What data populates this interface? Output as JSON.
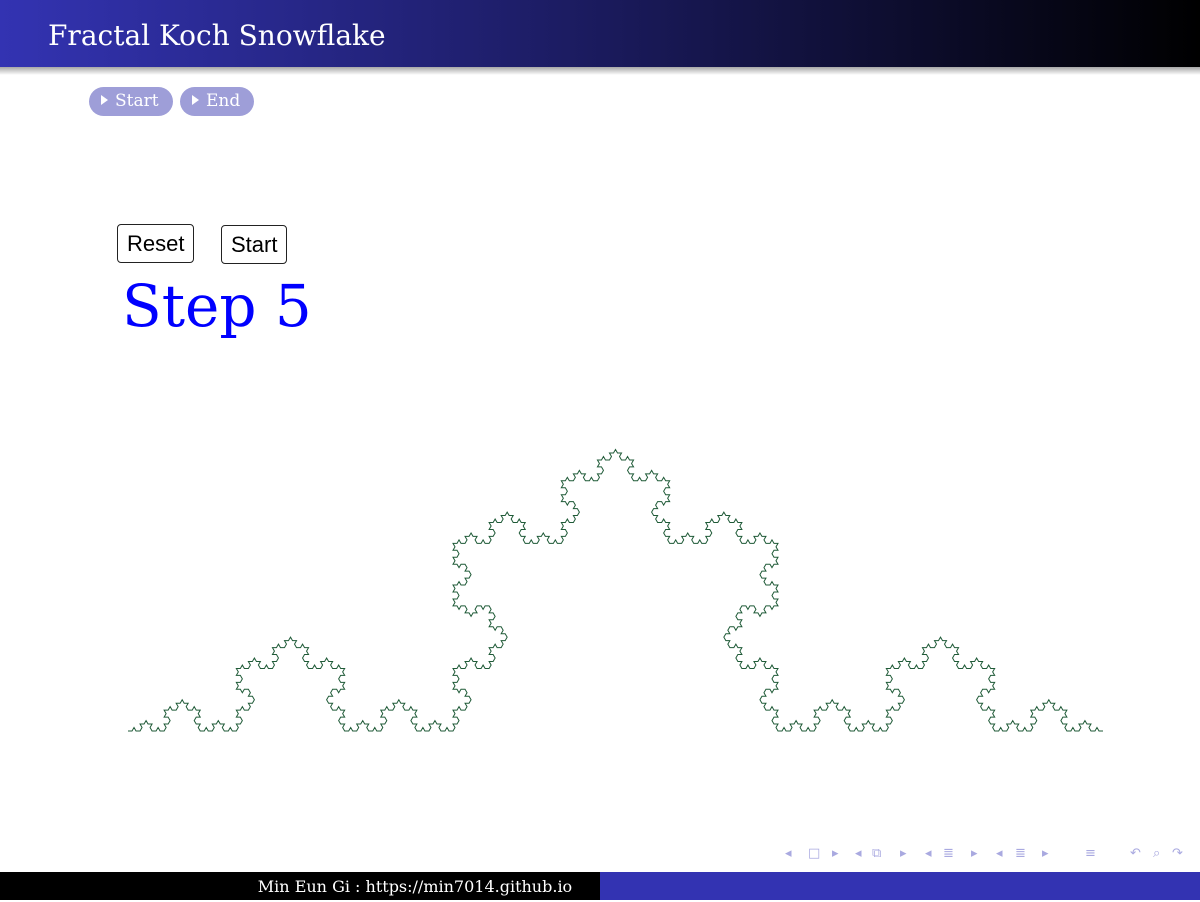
{
  "frame": {
    "title": "Fractal Koch Snowflake"
  },
  "nav_buttons": {
    "start_label": "Start",
    "end_label": "End"
  },
  "controls": {
    "reset_label": "Reset",
    "start_label": "Start"
  },
  "step": {
    "label": "Step 5",
    "iterations": 5
  },
  "curve": {
    "color": "#1f5a37"
  },
  "footer": {
    "text": "Min Eun Gi : https://min7014.github.io"
  },
  "beamer_nav": {
    "icons": [
      "arrow-left-icon",
      "slide-icon",
      "arrow-right-icon",
      "arrow-left-icon",
      "frame-icon",
      "arrow-right-icon",
      "arrow-left-icon",
      "subsection-icon",
      "arrow-right-icon",
      "arrow-left-icon",
      "section-icon",
      "arrow-right-icon",
      "align-icon",
      "undo-icon",
      "search-icon",
      "redo-icon"
    ]
  },
  "colors": {
    "title_bar_start": "#3333b2",
    "title_bar_end": "#000000",
    "step_text": "#0000ff",
    "pill_bg": "#9e9ed8"
  }
}
